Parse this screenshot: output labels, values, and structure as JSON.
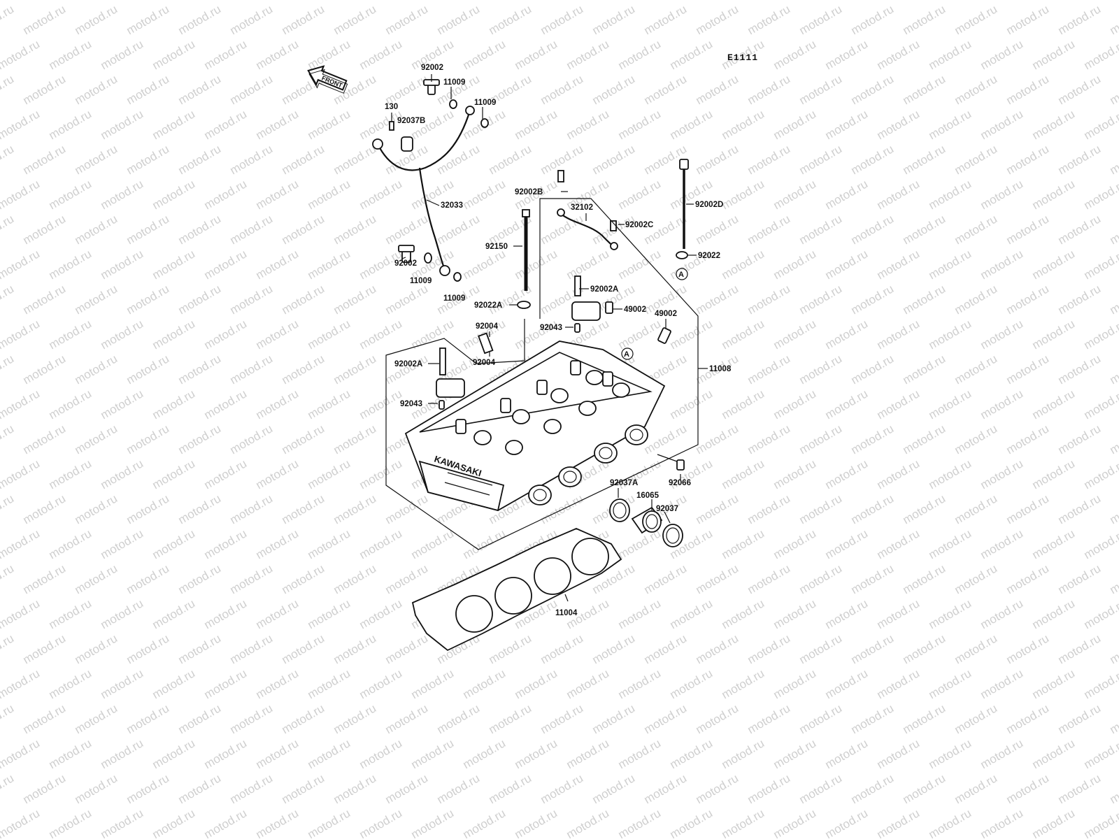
{
  "diagram": {
    "code": "E1111",
    "front_label": "FRONT",
    "watermark": "motod.ru",
    "callout_circle": "A",
    "engine_lettering": "KAWASAKI",
    "labels": {
      "p92002_top": "92002",
      "p11009_a": "11009",
      "p11009_b": "11009",
      "p130": "130",
      "p92037b": "92037B",
      "p32033": "32033",
      "p92002_mid": "92002",
      "p11009_c": "11009",
      "p11009_d": "11009",
      "p92002b": "92002B",
      "p32102": "32102",
      "p92002c": "92002C",
      "p92150": "92150",
      "p92002d": "92002D",
      "p92022": "92022",
      "p92002a_top": "92002A",
      "p49002_a": "49002",
      "p49002_b": "49002",
      "p92022a": "92022A",
      "p92043_top": "92043",
      "p92004_a": "92004",
      "p92004_b": "92004",
      "p92002a_left": "92002A",
      "p11008": "11008",
      "p92043_left": "92043",
      "p92066": "92066",
      "p92037a": "92037A",
      "p16065": "16065",
      "p92037": "92037",
      "p11004": "11004"
    }
  }
}
